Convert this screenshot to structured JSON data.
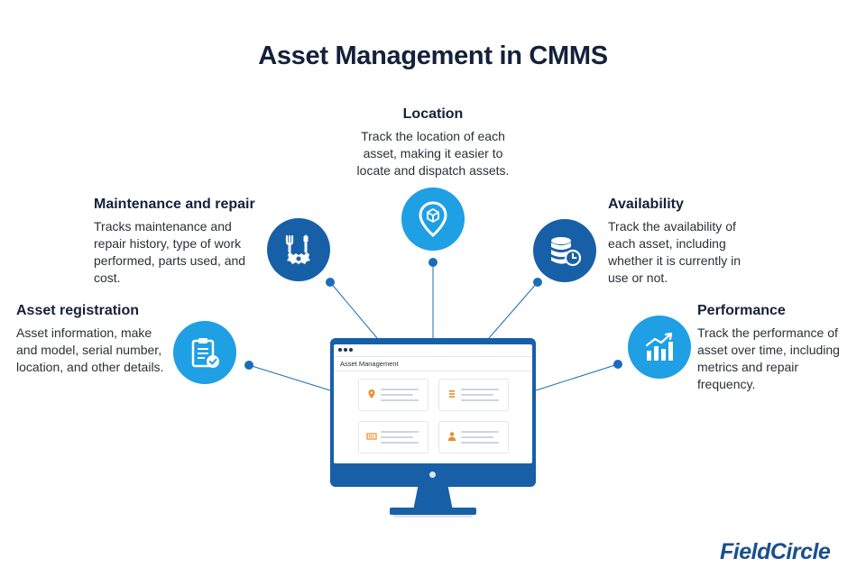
{
  "title": "Asset Management in CMMS",
  "features": {
    "location": {
      "title": "Location",
      "desc": "Track the location of each asset, making it easier to locate and dispatch assets.",
      "icon": "location-pin-icon",
      "color": "#1f9fe4"
    },
    "maintenance": {
      "title": "Maintenance and repair",
      "desc": "Tracks maintenance and repair history, type of work performed, parts used, and cost.",
      "icon": "tools-gear-icon",
      "color": "#1760a8"
    },
    "availability": {
      "title": "Availability",
      "desc": "Track the availability of each asset, including whether it is currently in use or not.",
      "icon": "database-clock-icon",
      "color": "#1760a8"
    },
    "registration": {
      "title": "Asset registration",
      "desc": "Asset information, make and model, serial number, location, and other details.",
      "icon": "clipboard-check-icon",
      "color": "#1f9fe4"
    },
    "performance": {
      "title": "Performance",
      "desc": "Track the performance of asset over time, including metrics and repair frequency.",
      "icon": "bar-chart-trend-icon",
      "color": "#1f9fe4"
    }
  },
  "screen": {
    "title": "Asset Management"
  },
  "brand": "FieldCircle"
}
